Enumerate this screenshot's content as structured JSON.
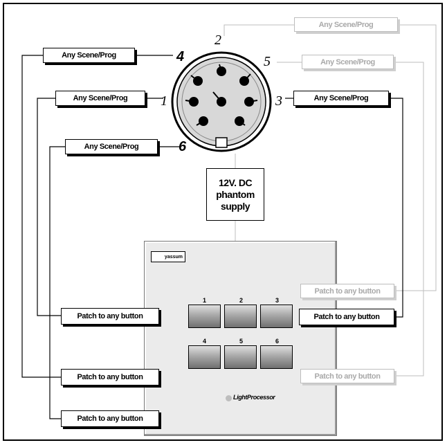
{
  "connector": {
    "pins": [
      "1",
      "2",
      "3",
      "4",
      "5",
      "6"
    ]
  },
  "scene_labels": {
    "pin2": "Any Scene/Prog",
    "pin4": "Any Scene/Prog",
    "pin5": "Any Scene/Prog",
    "pin1": "Any Scene/Prog",
    "pin3": "Any Scene/Prog",
    "pin6": "Any Scene/Prog"
  },
  "phantom_supply": [
    "12V. DC",
    "phantom",
    "supply"
  ],
  "panel": {
    "brand": "yassum",
    "buttons": [
      "1",
      "2",
      "3",
      "4",
      "5",
      "6"
    ],
    "lightprocessor": "LightProcessor"
  },
  "patch_labels": {
    "btn2": "Patch to any button",
    "btn1": "Patch to any button",
    "btn3": "Patch to any button",
    "btn4": "Patch to any button",
    "btn5": "Patch to any button",
    "btn6": "Patch to any button"
  },
  "colors": {
    "active": "#000000",
    "inactive": "#b5b5b5",
    "panel": "#ebebeb"
  }
}
